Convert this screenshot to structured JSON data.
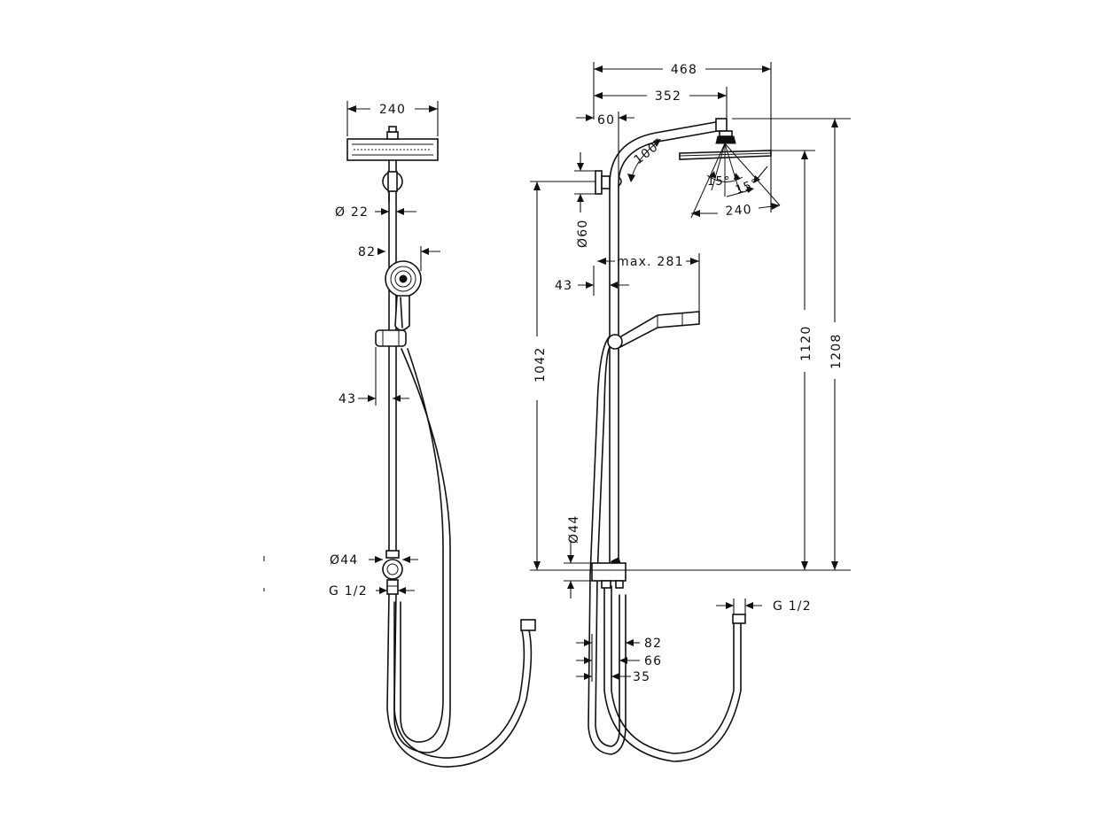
{
  "front_view": {
    "head_width": "240",
    "pipe_diameter": "Ø 22",
    "hand_shower_diameter": "82",
    "slider_offset": "43",
    "mixer_diameter": "Ø44",
    "connection_thread": "G 1/2"
  },
  "side_view": {
    "total_projection": "468",
    "arm_projection": "352",
    "wall_offset": "60",
    "arm_angle": "100°",
    "spray_angle_left": "15°",
    "spray_angle_right": "15°",
    "head_width": "240",
    "bracket_diameter": "Ø60",
    "hand_shower_reach": "max. 281",
    "slider_offset": "43",
    "bracket_height": "1042",
    "head_height": "1120",
    "total_height": "1208",
    "mixer_diameter": "Ø44",
    "connection_thread": "G 1/2",
    "outlet_offset_1": "82",
    "outlet_offset_2": "66",
    "outlet_offset_3": "35"
  }
}
